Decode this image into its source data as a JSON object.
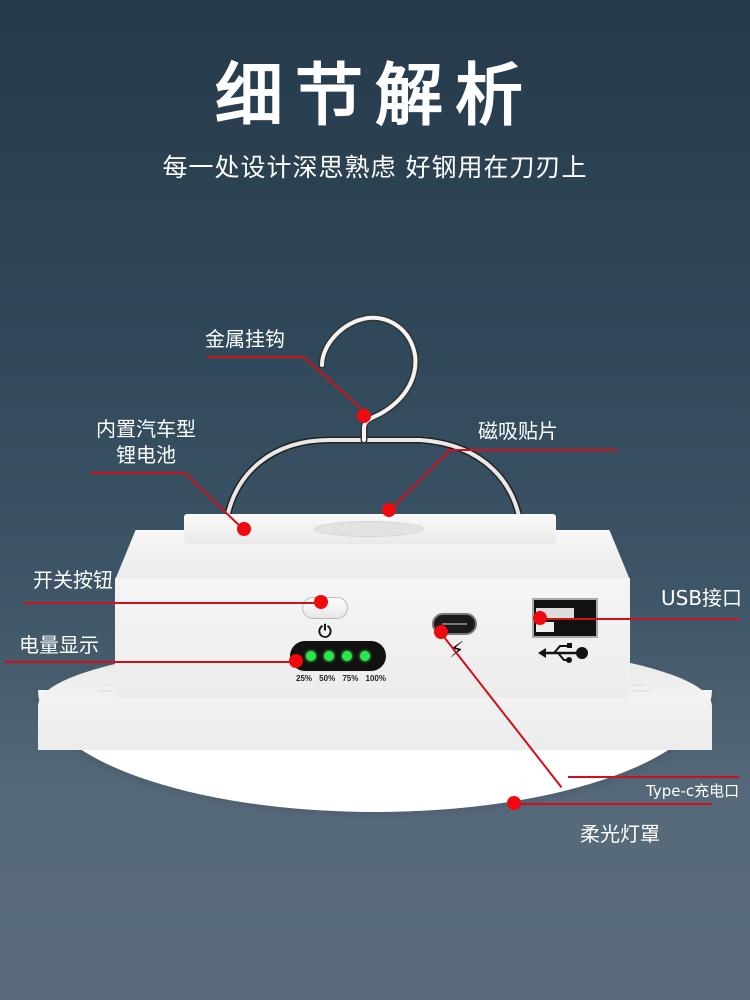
{
  "header": {
    "title": "细节解析",
    "subtitle": "每一处设计深思熟虑 好钢用在刀刃上"
  },
  "callouts": {
    "metal_hook": "金属挂钩",
    "battery_line1": "内置汽车型",
    "battery_line2": "锂电池",
    "magnet": "磁吸贴片",
    "switch": "开关按钮",
    "power_display": "电量显示",
    "usb_port": "USB接口",
    "typec_port": "Type-c充电口",
    "lamp_cover": "柔光灯罩"
  },
  "battery_indicator": {
    "levels": [
      "25%",
      "50%",
      "75%",
      "100%"
    ],
    "led_color": "#28e64a"
  },
  "icons": {
    "power": "⏻",
    "bolt": "⚡",
    "usb": "⭠"
  },
  "colors": {
    "accent_line": "#d0101a",
    "dot": "#f00a10",
    "bg_top": "#263a4a",
    "bg_bottom": "#5a6c7c"
  }
}
